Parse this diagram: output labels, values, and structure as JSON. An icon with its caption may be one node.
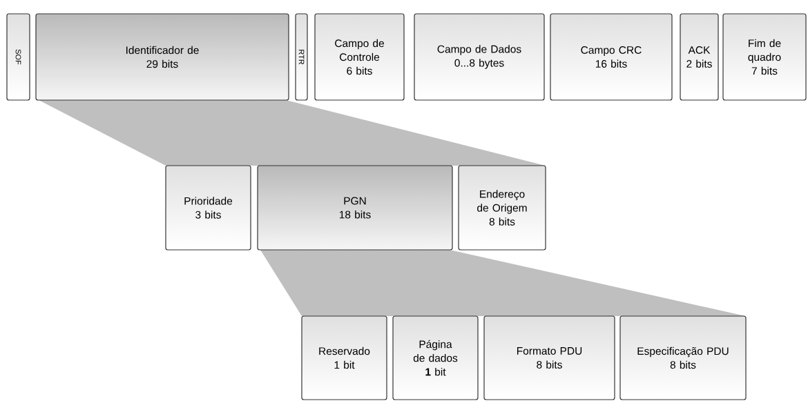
{
  "diagram": {
    "nodes": [
      {
        "text": [
          "SOF"
        ]
      },
      {
        "text": [
          "Identificador de",
          "29 bits"
        ]
      },
      {
        "text": [
          "RTR"
        ]
      },
      {
        "text": [
          "Campo de Controle",
          "6 bits"
        ]
      },
      {
        "text": [
          "Campo de Dados",
          "0...8 bytes"
        ]
      },
      {
        "text": [
          "Campo CRC",
          "16 bits"
        ]
      },
      {
        "text": [
          "ACK",
          "2 bits"
        ]
      },
      {
        "text": [
          "Fim de quadro",
          "7 bits"
        ]
      },
      {
        "text": [
          "Prioridade",
          "3 bits"
        ]
      },
      {
        "text": [
          "PGN",
          "18 bits"
        ]
      },
      {
        "text": [
          "Endereço de Origem",
          "8 bits"
        ]
      },
      {
        "text": [
          "Reservado",
          "1 bit"
        ]
      },
      {
        "text": [
          "Página de dados",
          "**1** bit"
        ]
      },
      {
        "text": [
          "Formato PDU",
          "8 bits"
        ]
      },
      {
        "text": [
          "Especificação PDU",
          "8 bits"
        ]
      }
    ]
  }
}
